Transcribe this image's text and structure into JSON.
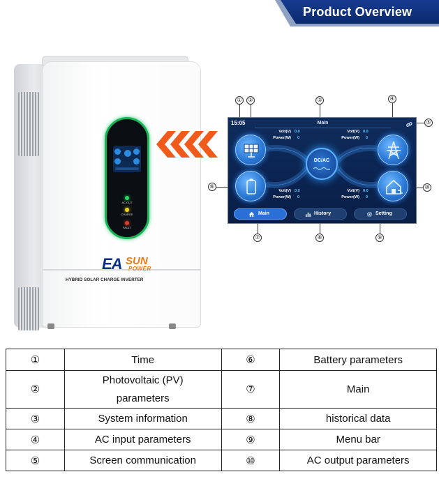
{
  "header": {
    "title": "Product Overview"
  },
  "device": {
    "brand_ea": "EA",
    "brand_sun": "SUN",
    "brand_power": "POWER",
    "model_label": "HYBRID SOLAR CHARGE INVERTER",
    "leds": [
      {
        "label": "AC OUT",
        "color": "#27d35b"
      },
      {
        "label": "CHARGE",
        "color": "#f2d21b"
      },
      {
        "label": "FAULT",
        "color": "#e23b2b"
      }
    ]
  },
  "screen": {
    "time": "15:05",
    "title": "Main",
    "center_label": "DC/AC",
    "pv": {
      "volt_label": "Volt(V)",
      "power_label": "Power(W)",
      "volt_value": "0.0",
      "power_value": "0"
    },
    "ac_in": {
      "volt_label": "Volt(V)",
      "power_label": "Power(W)",
      "volt_value": "0.0",
      "power_value": "0"
    },
    "battery": {
      "volt_label": "Volt(V)",
      "power_label": "Power(W)",
      "volt_value": "0.0",
      "power_value": "0"
    },
    "ac_out": {
      "volt_label": "Volt(V)",
      "power_label": "Power(W)",
      "volt_value": "0.0",
      "power_value": "0"
    },
    "nav": [
      {
        "label": "Main",
        "icon": "home-icon",
        "active": true
      },
      {
        "label": "History",
        "icon": "bar-chart-icon",
        "active": false
      },
      {
        "label": "Setting",
        "icon": "gear-icon",
        "active": false
      }
    ]
  },
  "callouts": [
    "①",
    "②",
    "③",
    "④",
    "⑤",
    "⑥",
    "⑦",
    "⑧",
    "⑨",
    "⑩"
  ],
  "legend": {
    "rows": [
      {
        "left_num": "①",
        "left_text": "Time",
        "right_num": "⑥",
        "right_text": "Battery parameters"
      },
      {
        "left_num": "②",
        "left_text_line1": "Photovoltaic (PV)",
        "left_text_line2": "parameters",
        "right_num": "⑦",
        "right_text": "Main"
      },
      {
        "left_num": "③",
        "left_text": "System information",
        "right_num": "⑧",
        "right_text": "historical data"
      },
      {
        "left_num": "④",
        "left_text": "AC input parameters",
        "right_num": "⑨",
        "right_text": "Menu bar"
      },
      {
        "left_num": "⑤",
        "left_text": "Screen communication",
        "right_num": "⑩",
        "right_text": "AC output parameters"
      }
    ]
  },
  "colors": {
    "banner": "#0a2a6e",
    "arrow": "#f05a1a",
    "screen_bg": "#0b2350",
    "accent": "#2d8cff"
  }
}
